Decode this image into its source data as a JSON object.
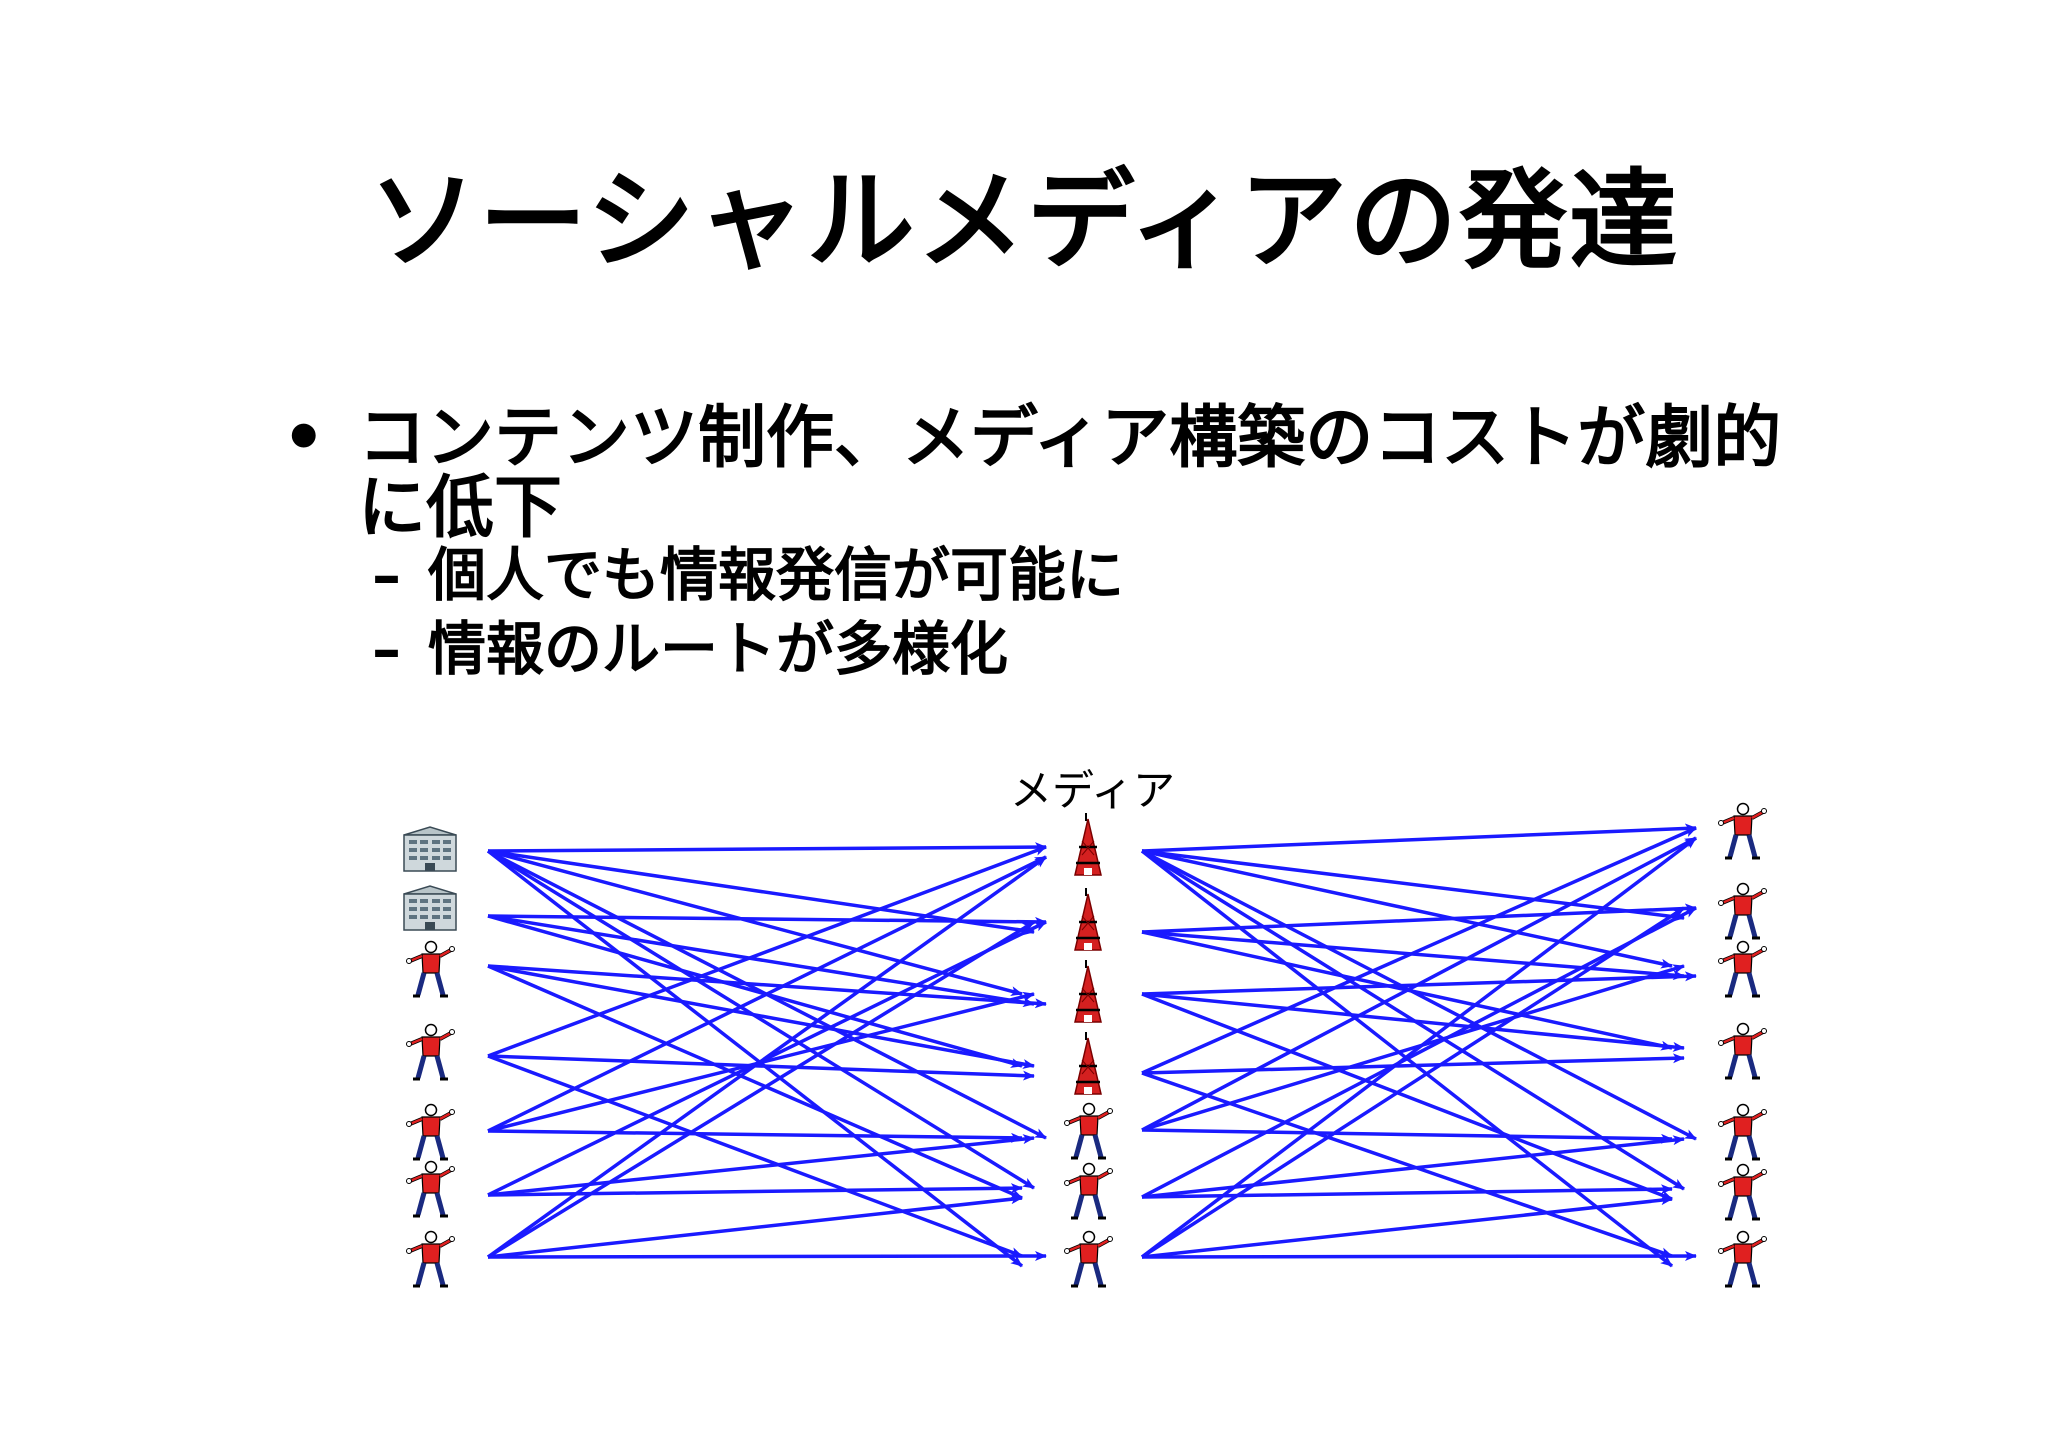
{
  "title": "ソーシャルメディアの発達",
  "bullets": [
    {
      "marker": "•",
      "text": "コンテンツ制作、メディア構築のコストが劇的に低下",
      "subs": [
        {
          "marker": "–",
          "text": "個人でも情報発信が可能に"
        },
        {
          "marker": "–",
          "text": "情報のルートが多様化"
        }
      ]
    }
  ],
  "diagram": {
    "media_label": "メディア",
    "arrow_color": "#1a1aff",
    "left_nodes": [
      "building-icon",
      "building-icon",
      "person-icon",
      "person-icon",
      "person-icon",
      "person-icon",
      "person-icon"
    ],
    "middle_nodes": [
      "tower-icon",
      "tower-icon",
      "tower-icon",
      "tower-icon",
      "person-icon",
      "person-icon",
      "person-icon"
    ],
    "right_nodes": [
      "person-icon",
      "person-icon",
      "person-icon",
      "person-icon",
      "person-icon",
      "person-icon",
      "person-icon"
    ]
  }
}
